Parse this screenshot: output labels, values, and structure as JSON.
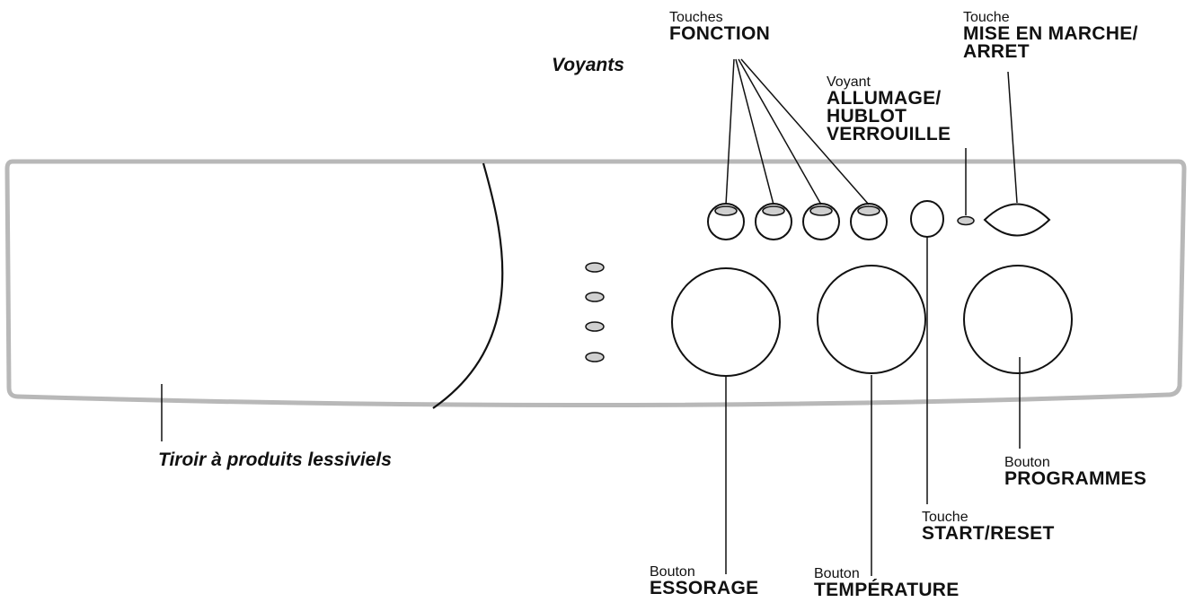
{
  "labels": {
    "fonction": {
      "small": "Touches",
      "big": "FONCTION"
    },
    "marche": {
      "small": "Touche",
      "big_line1": "MISE EN MARCHE/",
      "big_line2": "ARRET"
    },
    "voyants": "Voyants",
    "voyant_allumage": {
      "small": "Voyant",
      "big_line1": "ALLUMAGE/",
      "big_line2": "HUBLOT",
      "big_line3": "VERROUILLE"
    },
    "tiroir": "Tiroir à produits lessiviels",
    "programmes": {
      "small": "Bouton",
      "big": "PROGRAMMES"
    },
    "start_reset": {
      "small": "Touche",
      "big": "START/RESET"
    },
    "essorage": {
      "small": "Bouton",
      "big": "ESSORAGE"
    },
    "temperature": {
      "small": "Bouton",
      "big": "TEMPÉRATURE"
    }
  },
  "colors": {
    "panel_stroke": "#b8b8b8",
    "ink": "#111111",
    "indicator_fill": "#cfcfcf"
  }
}
